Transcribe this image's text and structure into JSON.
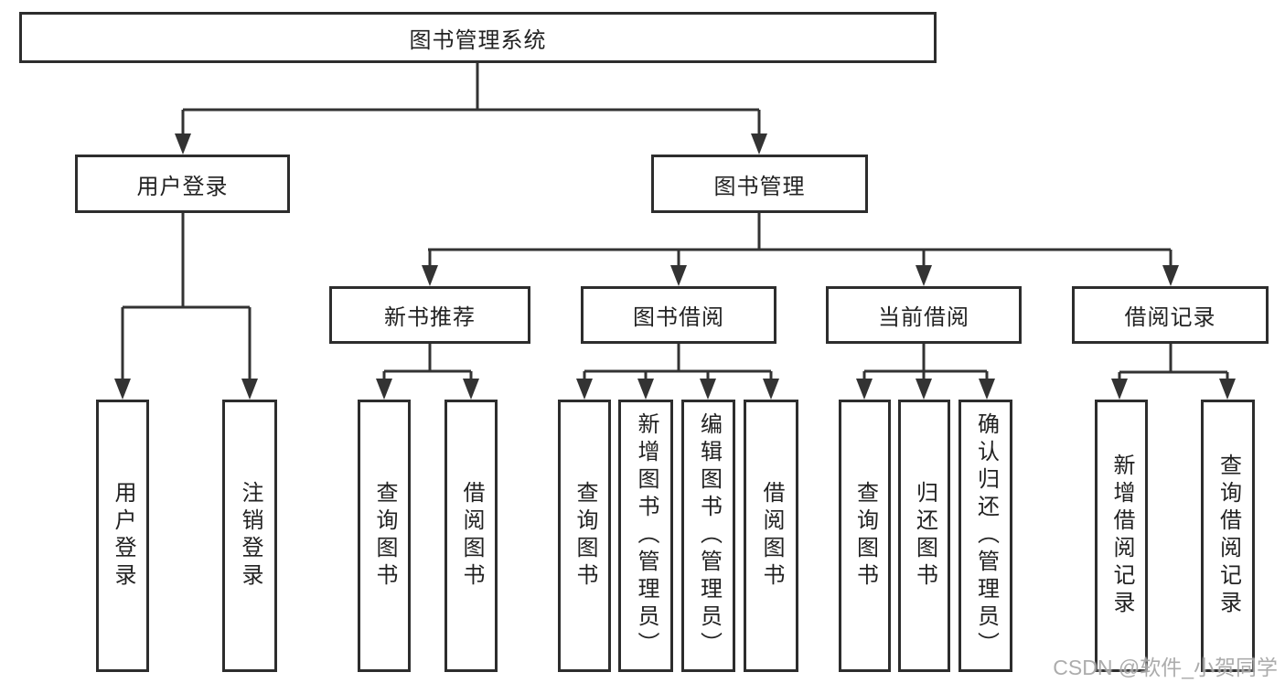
{
  "diagram": {
    "root": {
      "label": "图书管理系统"
    },
    "branches": [
      {
        "label": "用户登录",
        "children": [
          {
            "label": "用户登录"
          },
          {
            "label": "注销登录"
          }
        ]
      },
      {
        "label": "图书管理",
        "children": [
          {
            "label": "新书推荐",
            "children": [
              {
                "label": "查询图书"
              },
              {
                "label": "借阅图书"
              }
            ]
          },
          {
            "label": "图书借阅",
            "children": [
              {
                "label": "查询图书"
              },
              {
                "label": "新增图书（管理员）"
              },
              {
                "label": "编辑图书（管理员）"
              },
              {
                "label": "借阅图书"
              }
            ]
          },
          {
            "label": "当前借阅",
            "children": [
              {
                "label": "查询图书"
              },
              {
                "label": "归还图书"
              },
              {
                "label": "确认归还（管理员）"
              }
            ]
          },
          {
            "label": "借阅记录",
            "children": [
              {
                "label": "新增借阅记录"
              },
              {
                "label": "查询借阅记录"
              }
            ]
          }
        ]
      }
    ]
  },
  "watermark": {
    "text": "CSDN @软件_小贺同学"
  },
  "colors": {
    "line": "#333333",
    "box_border": "#2d2d2d",
    "text": "#222222",
    "background": "#ffffff",
    "watermark": "#9e9e9e"
  }
}
